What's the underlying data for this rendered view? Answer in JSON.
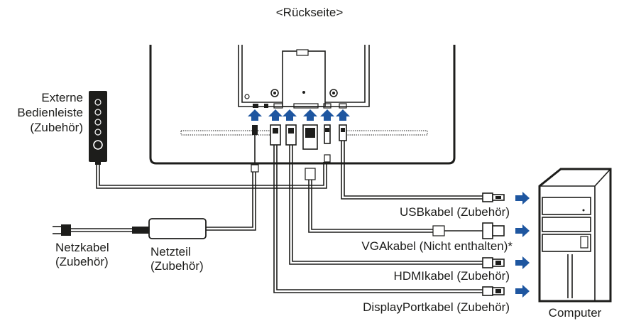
{
  "title": "<Rückseite>",
  "labels": {
    "control_box": [
      "Externe",
      "Bedienleiste",
      "(Zubehör)"
    ],
    "power_cord": [
      "Netzkabel",
      "(Zubehör)"
    ],
    "power_adapter": [
      "Netzteil",
      "(Zubehör)"
    ],
    "usb_cable": "USBkabel (Zubehör)",
    "vga_cable": "VGAkabel (Nicht enthalten)*",
    "hdmi_cable": "HDMIkabel (Zubehör)",
    "dp_cable": "DisplayPortkabel (Zubehör)",
    "computer": "Computer"
  },
  "colors": {
    "arrow_blue": "#1e56a0",
    "line": "#1d1d1b",
    "cable": "#555555"
  }
}
